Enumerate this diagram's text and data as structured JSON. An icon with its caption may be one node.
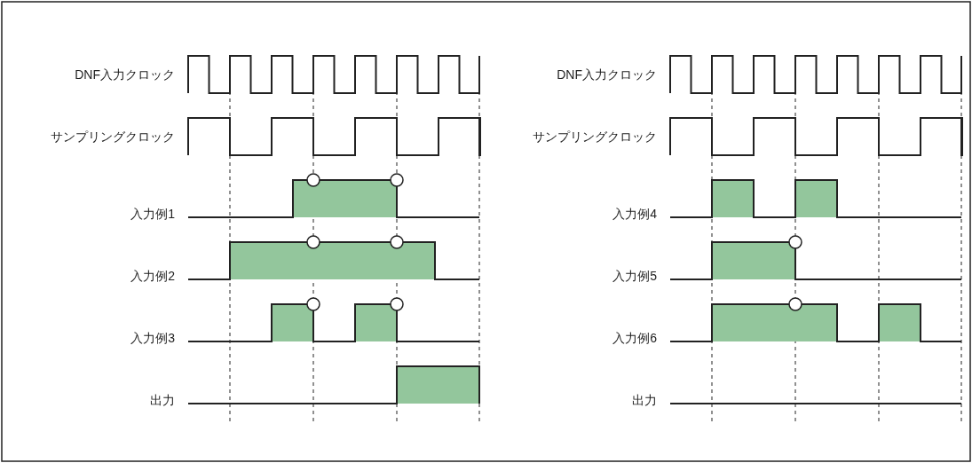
{
  "diagram": {
    "labels": [
      "DNF入力クロック",
      "DNF入力クロック",
      "サンプリングクロック",
      "サンプリングクロック",
      "入力例1",
      "入力例4",
      "入力例2",
      "入力例5",
      "入力例3",
      "入力例6",
      "出力",
      "出力"
    ]
  }
}
